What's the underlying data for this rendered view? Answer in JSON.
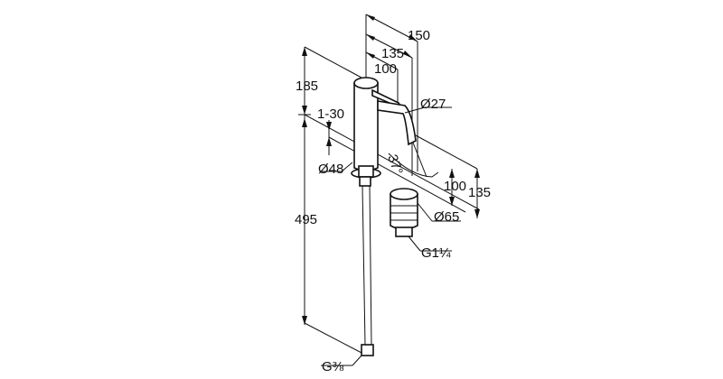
{
  "drawing": {
    "dimensions": {
      "width_150": "150",
      "width_135": "135",
      "width_100": "100",
      "spout_diameter": "Ø27",
      "height_185": "185",
      "thickness_range": "1-30",
      "body_diameter": "Ø48",
      "spout_angle": "37°",
      "spout_height_100": "100",
      "spout_height_135": "135",
      "waste_diameter": "Ø65",
      "waste_thread": "G1¼",
      "hose_length": "495",
      "hose_thread": "G⅜"
    }
  }
}
